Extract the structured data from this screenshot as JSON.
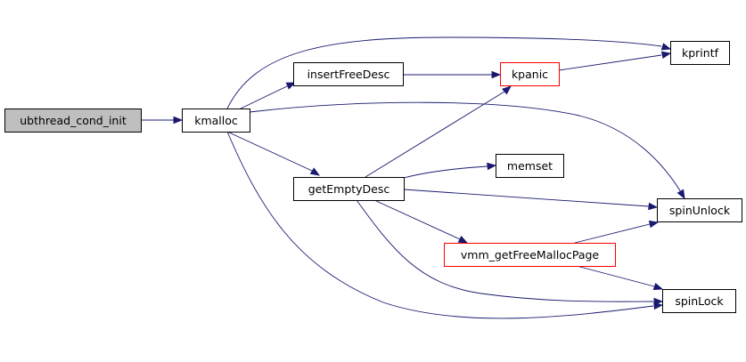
{
  "diagram": {
    "colors": {
      "edge": "#191970",
      "node_border": "#000000",
      "node_border_highlight": "#ff0000",
      "node_fill": "#ffffff",
      "root_fill": "#bfbfbf"
    },
    "nodes": [
      {
        "id": "ubthread_cond_init",
        "label": "ubthread_cond_init",
        "style": "root"
      },
      {
        "id": "kmalloc",
        "label": "kmalloc",
        "style": "normal"
      },
      {
        "id": "insertFreeDesc",
        "label": "insertFreeDesc",
        "style": "normal"
      },
      {
        "id": "getEmptyDesc",
        "label": "getEmptyDesc",
        "style": "normal"
      },
      {
        "id": "kpanic",
        "label": "kpanic",
        "style": "highlight"
      },
      {
        "id": "memset",
        "label": "memset",
        "style": "normal"
      },
      {
        "id": "vmm_getFreeMallocPage",
        "label": "vmm_getFreeMallocPage",
        "style": "highlight"
      },
      {
        "id": "kprintf",
        "label": "kprintf",
        "style": "normal"
      },
      {
        "id": "spinUnlock",
        "label": "spinUnlock",
        "style": "normal"
      },
      {
        "id": "spinLock",
        "label": "spinLock",
        "style": "normal"
      }
    ],
    "edges": [
      {
        "from": "ubthread_cond_init",
        "to": "kmalloc"
      },
      {
        "from": "kmalloc",
        "to": "kprintf"
      },
      {
        "from": "kmalloc",
        "to": "insertFreeDesc"
      },
      {
        "from": "kmalloc",
        "to": "spinUnlock"
      },
      {
        "from": "kmalloc",
        "to": "getEmptyDesc"
      },
      {
        "from": "kmalloc",
        "to": "spinLock"
      },
      {
        "from": "insertFreeDesc",
        "to": "kpanic"
      },
      {
        "from": "kpanic",
        "to": "kprintf"
      },
      {
        "from": "getEmptyDesc",
        "to": "kpanic"
      },
      {
        "from": "getEmptyDesc",
        "to": "memset"
      },
      {
        "from": "getEmptyDesc",
        "to": "spinUnlock"
      },
      {
        "from": "getEmptyDesc",
        "to": "vmm_getFreeMallocPage"
      },
      {
        "from": "getEmptyDesc",
        "to": "spinLock"
      },
      {
        "from": "vmm_getFreeMallocPage",
        "to": "spinUnlock"
      },
      {
        "from": "vmm_getFreeMallocPage",
        "to": "spinLock"
      }
    ]
  }
}
